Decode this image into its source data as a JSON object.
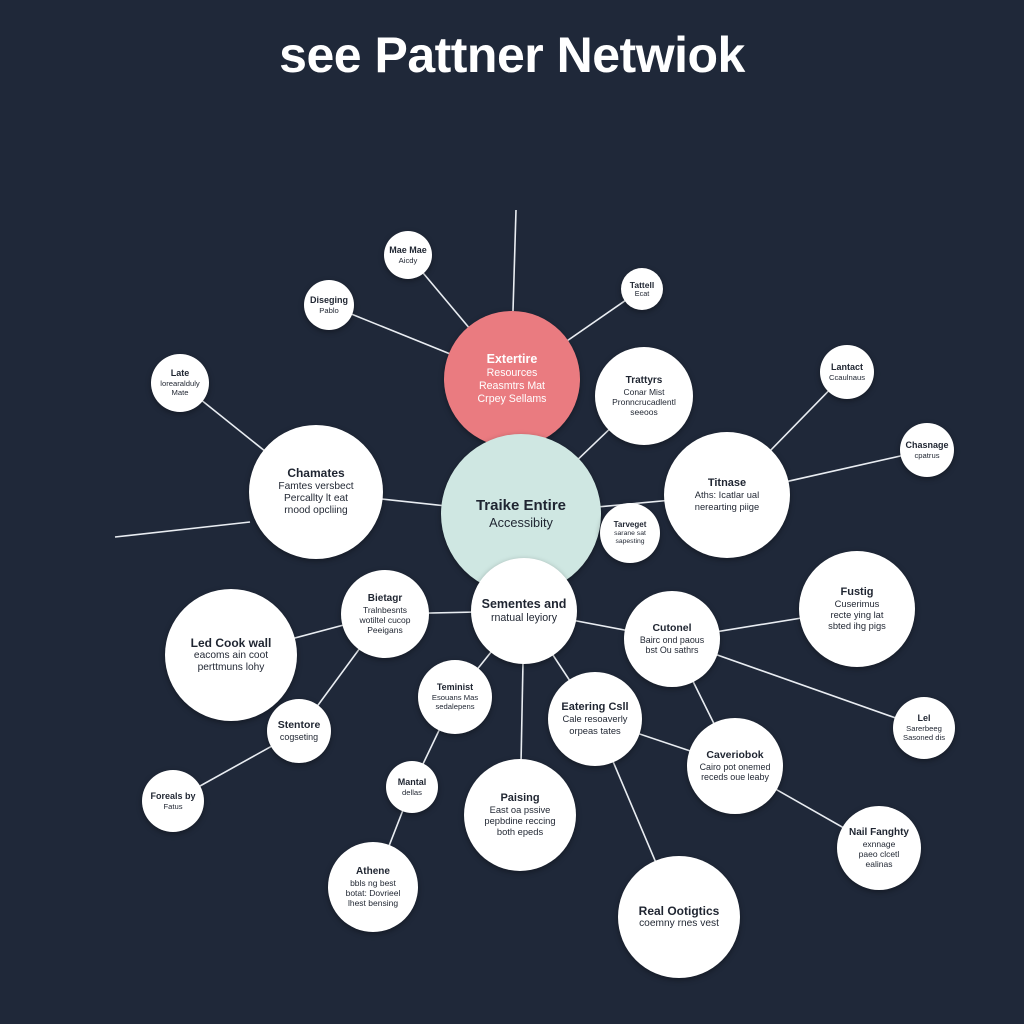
{
  "title": "see Pattner Netwiok",
  "colors": {
    "background": "#1f2839",
    "node": "#ffffff",
    "hub": "#cfe7e2",
    "highlight": "#ea7b80",
    "edge": "#e9edf2",
    "text": "#1f2531"
  },
  "nodes": [
    {
      "id": "resources",
      "role": "highlight",
      "lines": [
        "Extertire",
        "Resources",
        "Reasmtrs Mat",
        "Crpey Sellams"
      ]
    },
    {
      "id": "hub",
      "role": "hub",
      "lines": [
        "Traike Entire",
        "Accessibity"
      ]
    },
    {
      "id": "chamates",
      "lines": [
        "Chamates",
        "Famtes versbect",
        "Percallty lt eat",
        "rnood opcliing"
      ]
    },
    {
      "id": "trattys",
      "lines": [
        "Trattyrs",
        "Conar Mist",
        "Pronncrucadlentl",
        "seeoos"
      ]
    },
    {
      "id": "titnase",
      "lines": [
        "Titnase",
        "Aths: Icatlar ual",
        "nerearting piige"
      ]
    },
    {
      "id": "sementes",
      "lines": [
        "Sementes and",
        "rnatual leyiory"
      ]
    },
    {
      "id": "male-mae",
      "lines": [
        "Mae Mae",
        "Aicdy"
      ]
    },
    {
      "id": "diseging",
      "lines": [
        "Diseging",
        "Pablo"
      ]
    },
    {
      "id": "late",
      "lines": [
        "Late",
        "lorearalduly",
        "Mate"
      ]
    },
    {
      "id": "tatal",
      "lines": [
        "Tattell",
        "Ecat"
      ]
    },
    {
      "id": "lantact",
      "lines": [
        "Lantact",
        "Ccaulnaus"
      ]
    },
    {
      "id": "chasage",
      "lines": [
        "Chasnage",
        "cpatrus"
      ]
    },
    {
      "id": "twrugef",
      "lines": [
        "Tarveget",
        "sarane sat",
        "sapesting"
      ]
    },
    {
      "id": "bietagr",
      "lines": [
        "Bietagr",
        "Tralnbesnts",
        "wotiltel cucop",
        "Peeigans"
      ]
    },
    {
      "id": "led-cook",
      "lines": [
        "Led Cook wall",
        "eacoms ain coot",
        "perttmuns lohy"
      ]
    },
    {
      "id": "stentore",
      "lines": [
        "Stentore",
        "cogseting"
      ]
    },
    {
      "id": "foreals",
      "lines": [
        "Foreals by",
        "Fatus"
      ]
    },
    {
      "id": "teminist",
      "lines": [
        "Teminist",
        "Esouans Mas",
        "sedalepens"
      ]
    },
    {
      "id": "mantal",
      "lines": [
        "Mantal",
        "dellas"
      ]
    },
    {
      "id": "athene",
      "lines": [
        "Athene",
        "bbls ng best",
        "botat: Dovrieel",
        "lhest bensing"
      ]
    },
    {
      "id": "paising",
      "lines": [
        "Paising",
        "East oa pssive",
        "pepbdine reccing",
        "both epeds"
      ]
    },
    {
      "id": "eatering",
      "lines": [
        "Eatering Csll",
        "Cale resoaverly",
        "orpeas tates"
      ]
    },
    {
      "id": "cutonel",
      "lines": [
        "Cutonel",
        "Bairc ond paous",
        "bst Ou sathrs"
      ]
    },
    {
      "id": "fustig",
      "lines": [
        "Fustig",
        "Cuserimus",
        "recte ying lat",
        "sbted ihg pigs"
      ]
    },
    {
      "id": "caveriobok",
      "lines": [
        "Caveriobok",
        "Cairo pot onemed",
        "receds oue leaby"
      ]
    },
    {
      "id": "lel",
      "lines": [
        "Lel",
        "Sarerbeeg",
        "Sasoned dis"
      ]
    },
    {
      "id": "nail-fanghty",
      "lines": [
        "Nail Fanghty",
        "exnnage",
        "paeo clcetl",
        "ealinas"
      ]
    },
    {
      "id": "real",
      "lines": [
        "Real Ootigtics",
        "coemny rnes vest"
      ]
    }
  ]
}
